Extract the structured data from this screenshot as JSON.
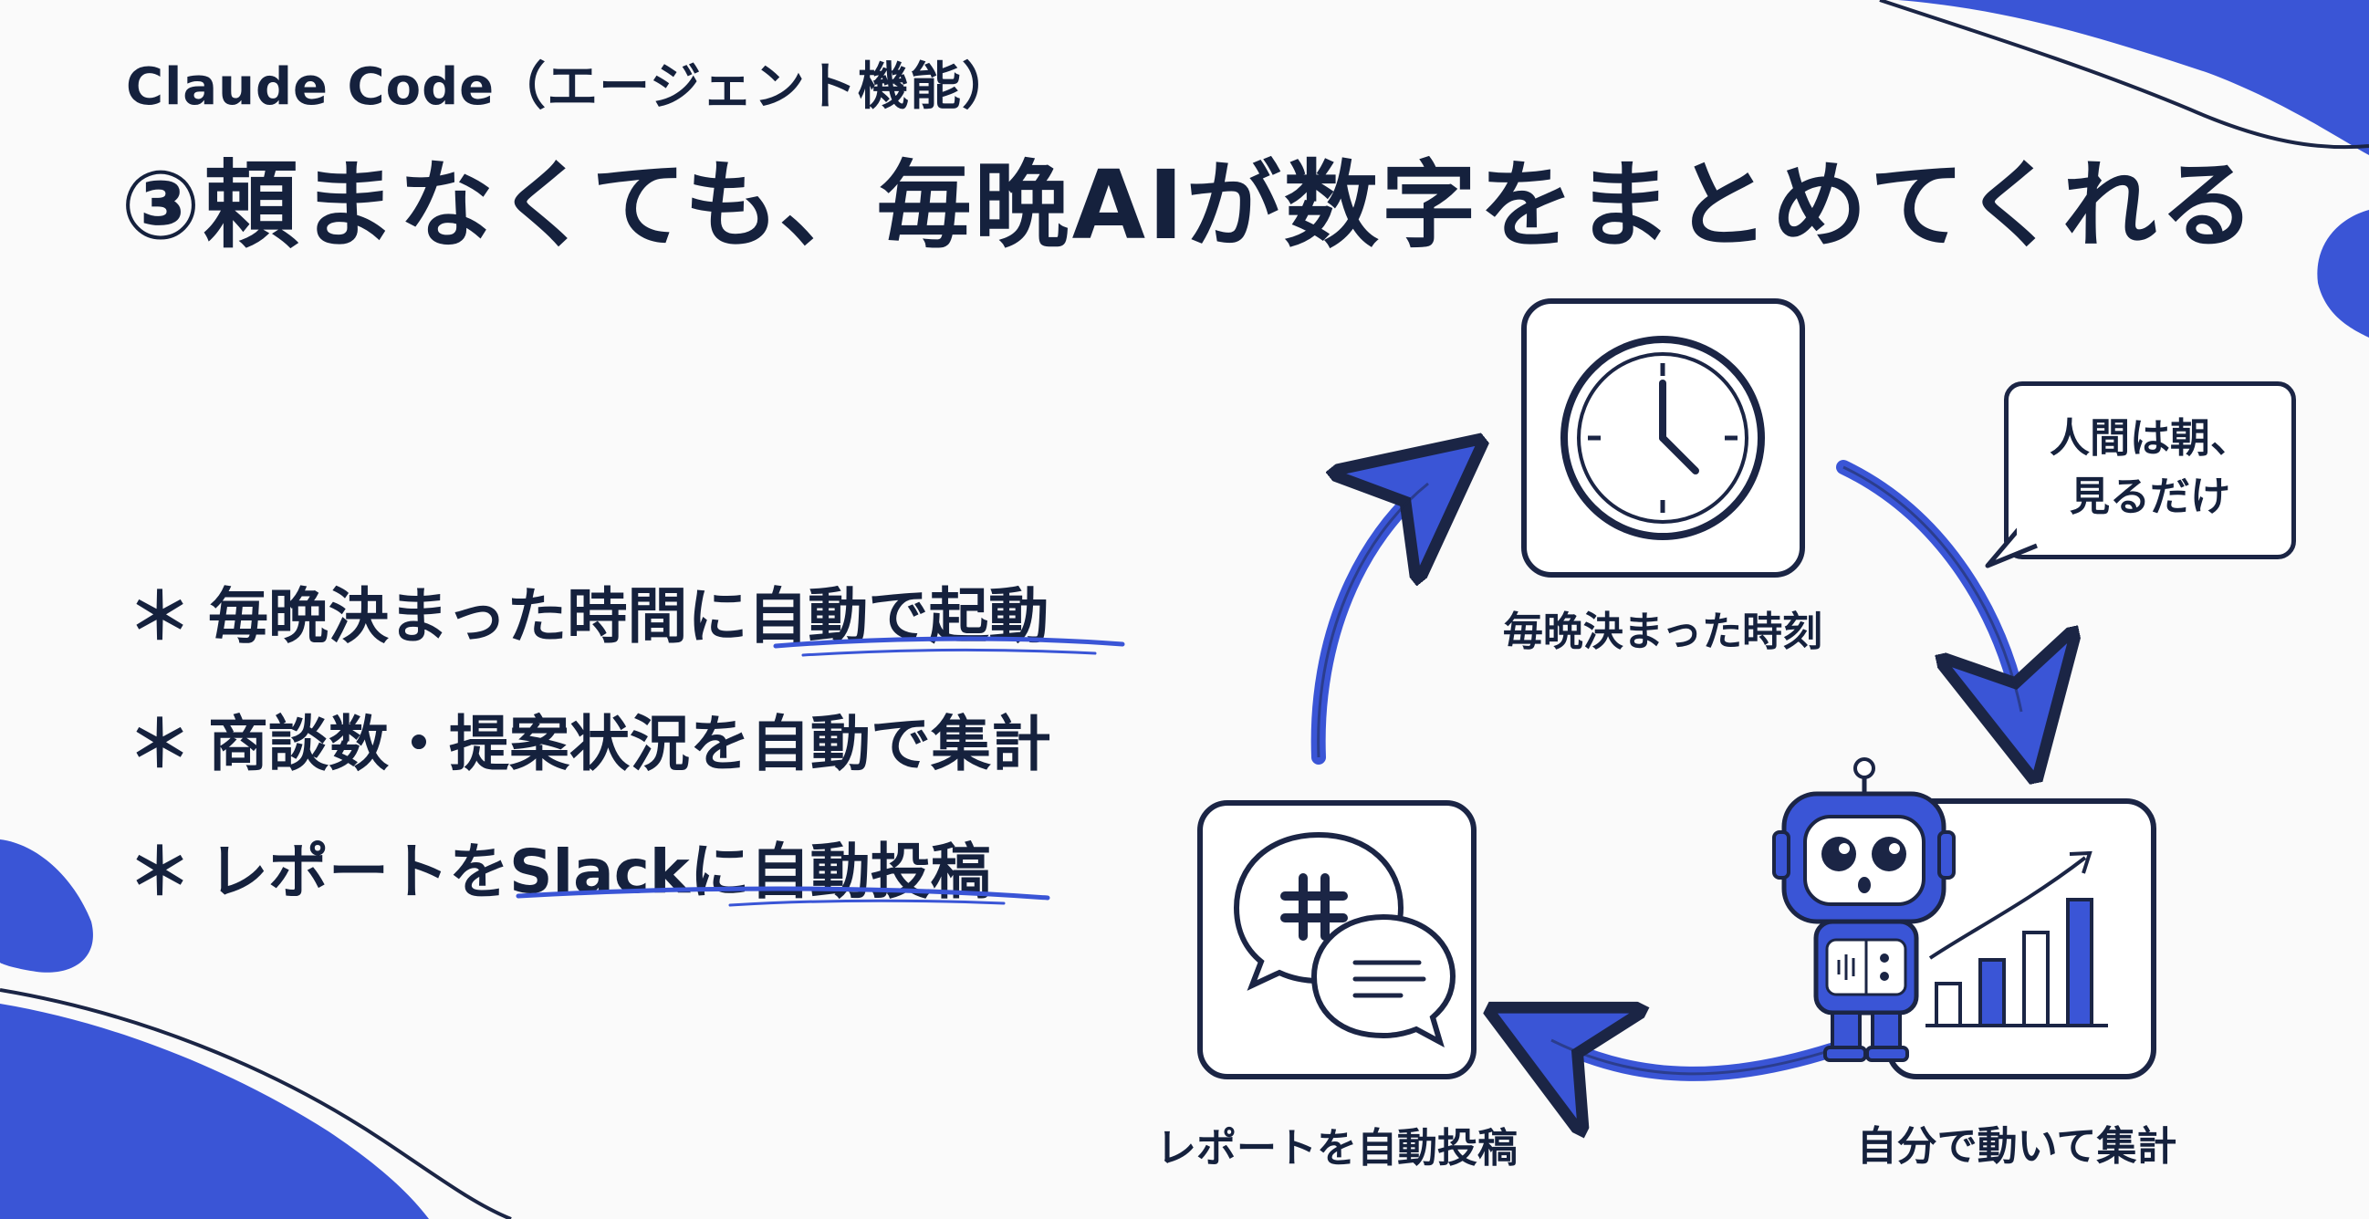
{
  "header": {
    "subtitle": "Claude Code（エージェント機能）",
    "title": "③頼まなくても、毎晩AIが数字をまとめてくれる"
  },
  "bullets": [
    {
      "marker": "＊",
      "text": "毎晩決まった時間に自動で起動"
    },
    {
      "marker": "＊",
      "text": "商談数・提案状況を自動で集計"
    },
    {
      "marker": "＊",
      "text": "レポートをSlackに自動投稿"
    }
  ],
  "cycle": {
    "step1_label": "毎晩決まった時刻",
    "step2_label": "自分で動いて集計",
    "step3_label": "レポートを自動投稿",
    "bubble_line1": "人間は朝、",
    "bubble_line2": "見るだけ"
  },
  "colors": {
    "accent": "#3a55d6",
    "dark": "#15213d",
    "background": "#fafafa"
  },
  "icons": [
    "clock-icon",
    "robot-icon",
    "bar-chart-icon",
    "slack-icon",
    "chat-bubble-icon"
  ]
}
